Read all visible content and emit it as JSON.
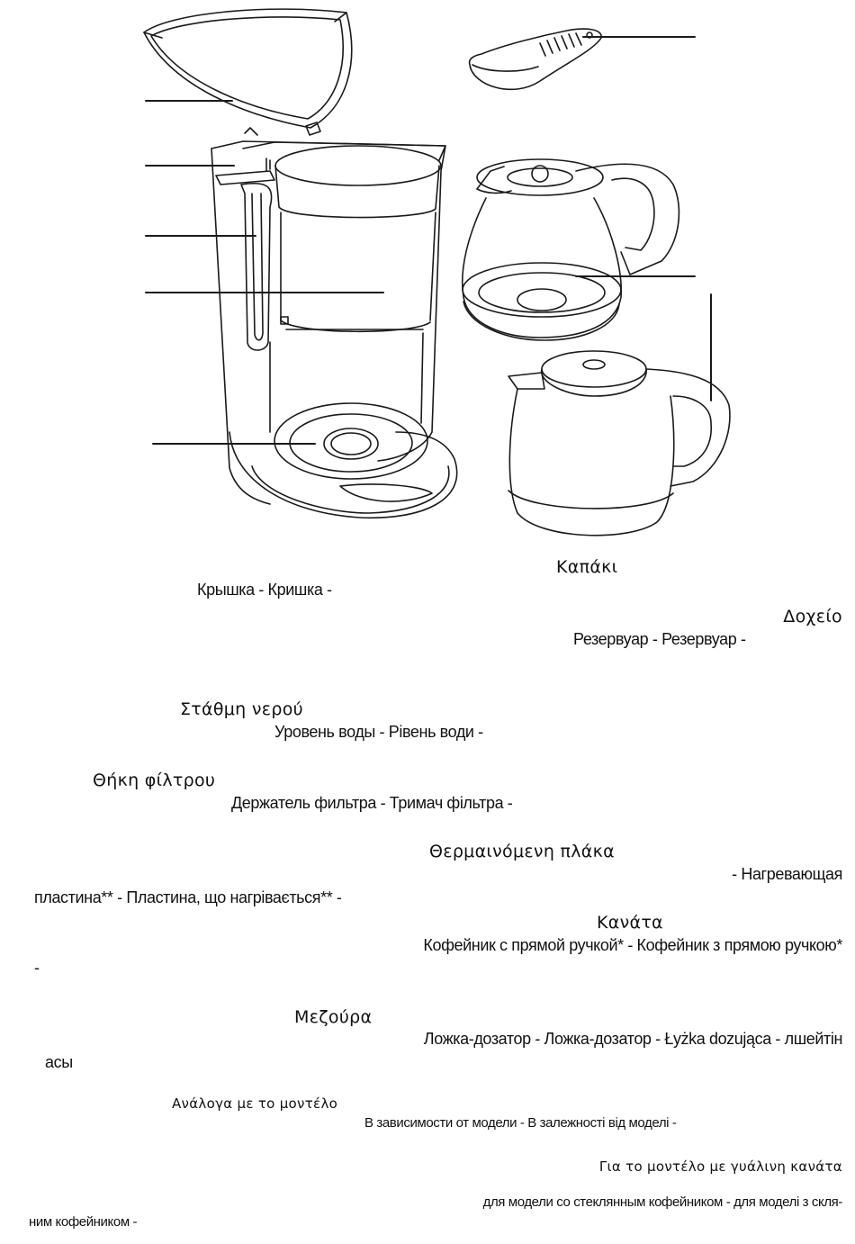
{
  "labels": {
    "lid": {
      "greek": "Καπάκι",
      "cyr": "Крышка - Кришка -"
    },
    "tank": {
      "greek": "Δοχείο",
      "cyr": "Резервуар - Резервуар -"
    },
    "water_level": {
      "greek": "Στάθμη νερού",
      "cyr": "Уровень воды - Рівень води  -"
    },
    "filter_holder": {
      "greek": "Θήκη φίλτρου",
      "cyr": "Держатель фильтра - Тримач фільтра -"
    },
    "hot_plate": {
      "greek": "Θερμαινόμενη πλάκα",
      "cyr_line1": "- Нагревающая",
      "cyr_line2": "пластина**  - Пластина, що нагрівається** -"
    },
    "jug": {
      "greek": "Κανάτα",
      "cyr_line1": "Кофейник с прямой ручкой* - Кофейник з прямою ручкою*",
      "cyr_line2": "-"
    },
    "scoop": {
      "greek": "Μεζούρα",
      "cyr_line1": "Ложка-дозатор - Ложка-дозатор - Łyżka dozująca -      лшейтін",
      "cyr_line2": "асы"
    }
  },
  "notes": {
    "model_dependent": {
      "greek": "Ανάλογα με το μοντέλο",
      "cyr": "В зависимости от модели - В залежності від моделі -"
    },
    "glass_jug_model": {
      "greek": "Για το μοντέλο με γυάλινη κανάτα",
      "cyr_line1": "для модели со стеклянным кофейником - для моделі з скля-",
      "cyr_line2": "ним кофейником -"
    }
  }
}
